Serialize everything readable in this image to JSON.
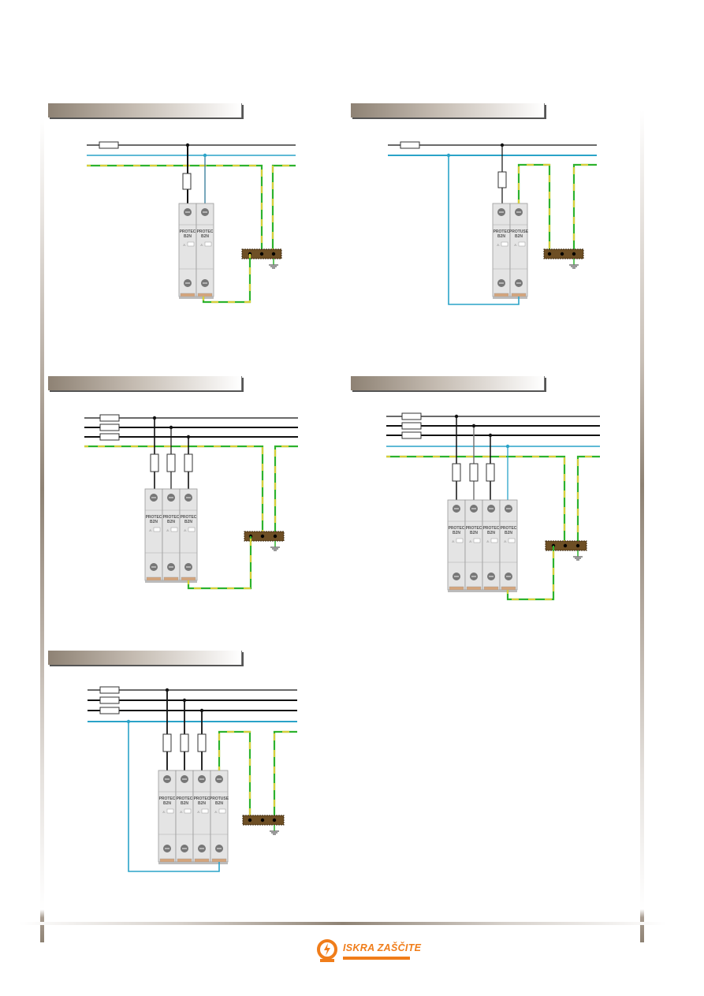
{
  "page": {
    "colors": {
      "phase": "#111111",
      "neutral": "#2aa3c8",
      "pe_green": "#2db22d",
      "pe_yellow": "#d7cf3a",
      "busbar": "#6e4f25",
      "module_body": "#e4e4e4",
      "header_dark": "#8e8274",
      "logo_orange": "#f07d1a"
    }
  },
  "diagrams": [
    {
      "id": "d1",
      "system": "1-phase, L + N + PE",
      "phases": 1,
      "has_neutral_line": true,
      "modules": [
        {
          "label_line1": "PROTEC",
          "label_line2": "B2N"
        },
        {
          "label_line1": "PROTEC",
          "label_line2": "B2N"
        }
      ]
    },
    {
      "id": "d2",
      "system": "1-phase, L + N, N-PE spark gap",
      "phases": 1,
      "has_neutral_line": true,
      "modules": [
        {
          "label_line1": "PROTEC",
          "label_line2": "B2N"
        },
        {
          "label_line1": "PROTUSE",
          "label_line2": "B2N"
        }
      ]
    },
    {
      "id": "d3",
      "system": "3-phase, L1 L2 L3 + PEN",
      "phases": 3,
      "has_neutral_line": false,
      "modules": [
        {
          "label_line1": "PROTEC",
          "label_line2": "B2N"
        },
        {
          "label_line1": "PROTEC",
          "label_line2": "B2N"
        },
        {
          "label_line1": "PROTEC",
          "label_line2": "B2N"
        }
      ]
    },
    {
      "id": "d4",
      "system": "3-phase, L1 L2 L3 + N + PE",
      "phases": 3,
      "has_neutral_line": true,
      "modules": [
        {
          "label_line1": "PROTEC",
          "label_line2": "B2N"
        },
        {
          "label_line1": "PROTEC",
          "label_line2": "B2N"
        },
        {
          "label_line1": "PROTEC",
          "label_line2": "B2N"
        },
        {
          "label_line1": "PROTEC",
          "label_line2": "B2N"
        }
      ]
    },
    {
      "id": "d5",
      "system": "3-phase, L1 L2 L3 + N, N-PE spark gap",
      "phases": 3,
      "has_neutral_line": true,
      "modules": [
        {
          "label_line1": "PROTEC",
          "label_line2": "B2N"
        },
        {
          "label_line1": "PROTEC",
          "label_line2": "B2N"
        },
        {
          "label_line1": "PROTEC",
          "label_line2": "B2N"
        },
        {
          "label_line1": "PROTUSE",
          "label_line2": "B2N"
        }
      ]
    }
  ],
  "footer": {
    "brand": "ISKRA ZAŠČITE",
    "logo_icon": "lightning-circle-icon"
  }
}
